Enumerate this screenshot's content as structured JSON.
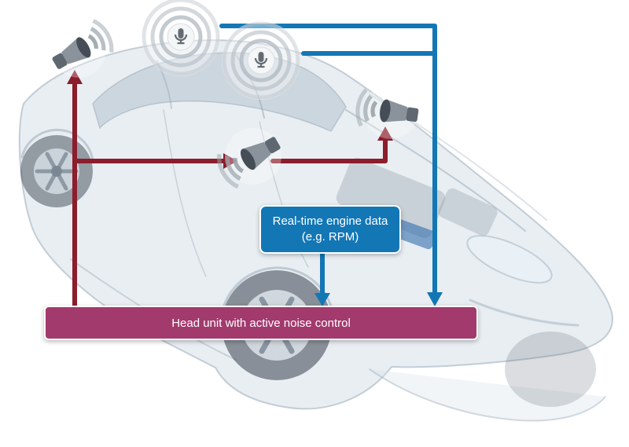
{
  "boxes": {
    "engine_data": "Real-time engine data (e.g. RPM)",
    "head_unit": "Head unit with active noise control"
  },
  "colors": {
    "signal_blue": "#1377b5",
    "signal_red": "#8b1d2c",
    "head_unit_purple": "#a23a6d"
  },
  "icons": {
    "microphones": [
      "cabin-mic-front",
      "cabin-mic-rear"
    ],
    "speakers": [
      "speaker-rear-left",
      "speaker-center",
      "speaker-front-right"
    ]
  }
}
